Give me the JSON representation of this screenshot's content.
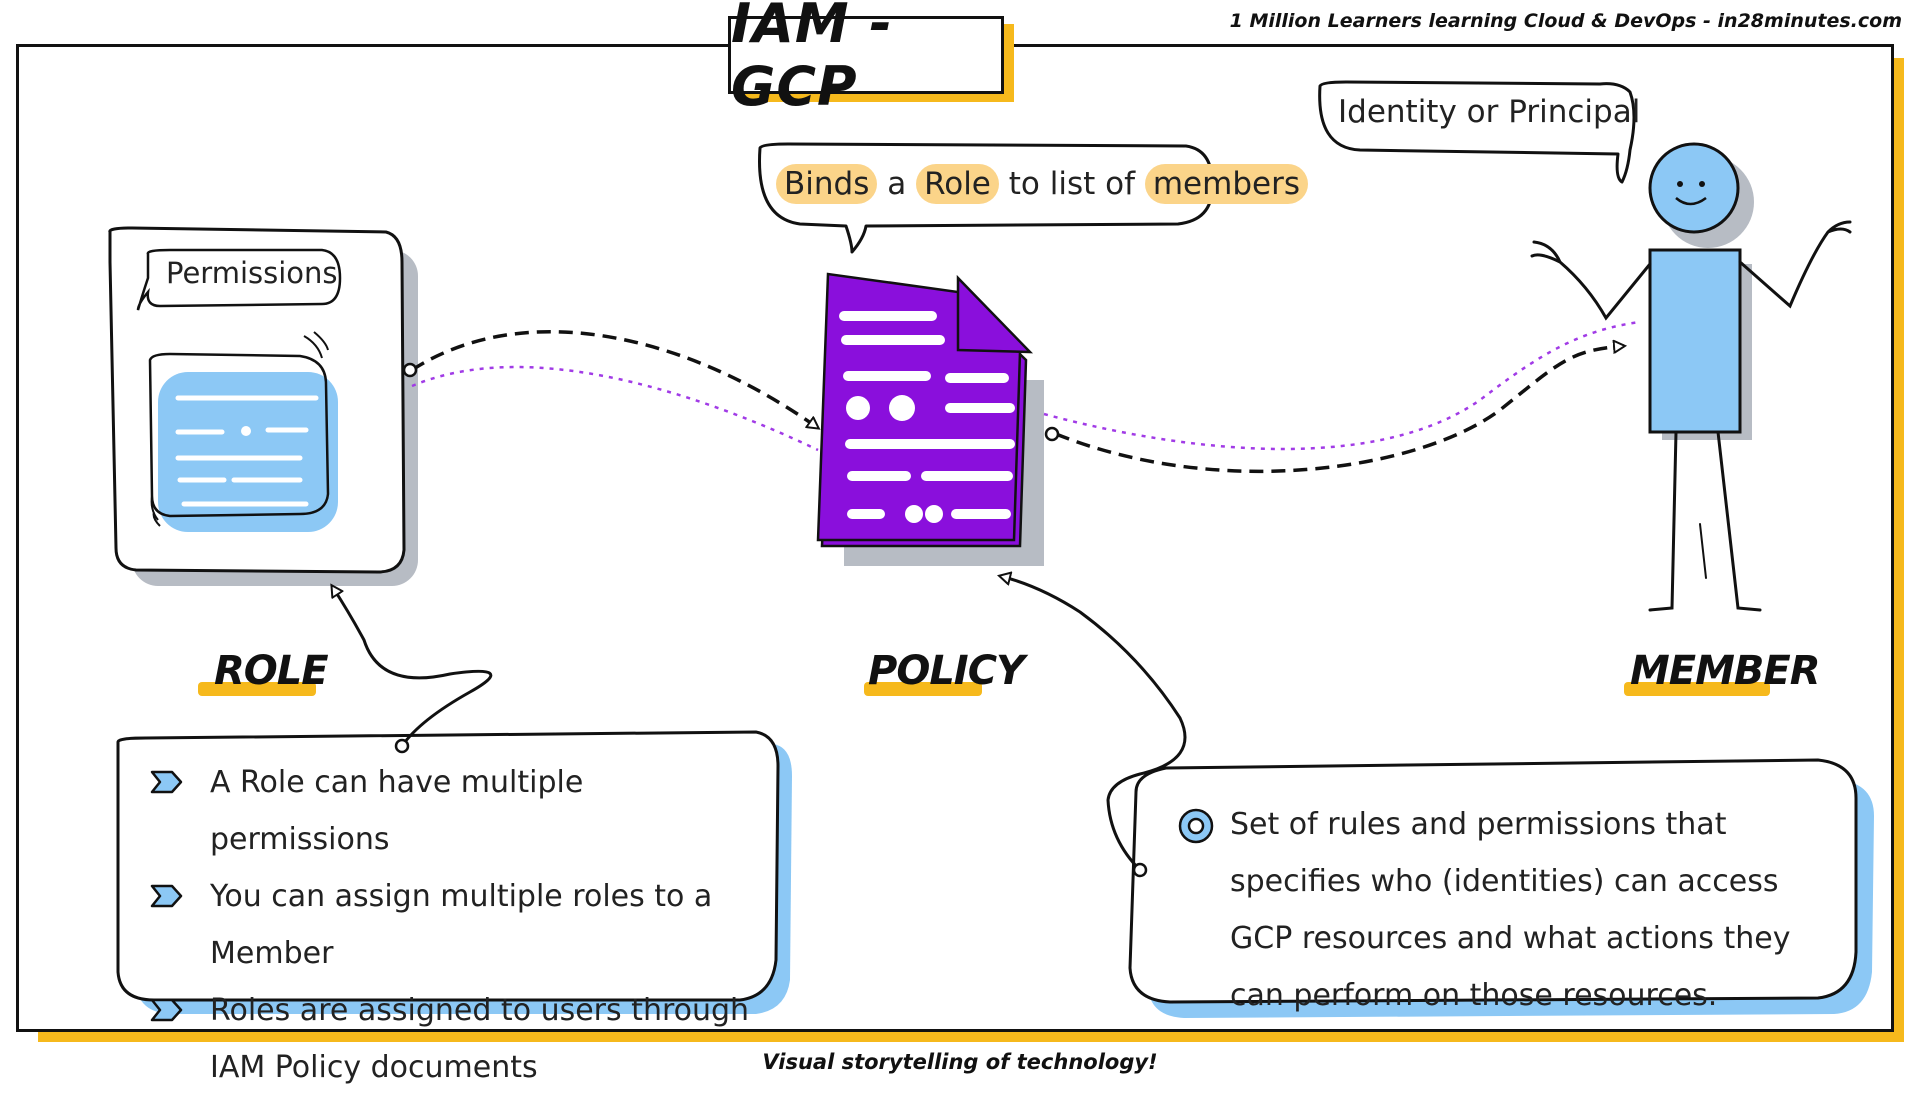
{
  "tagline": "1 Million Learners learning Cloud & DevOps - in28minutes.com",
  "title": "IAM - GCP",
  "footer": "Visual storytelling of technology!",
  "colors": {
    "accent_yellow": "#f6b91c",
    "highlight_yellow": "#fbd489",
    "policy_purple": "#8a0fdc",
    "role_blue": "#8cc8f5",
    "member_blue": "#8cc8f5",
    "shadow_gray": "#b7bcc4",
    "dotted_purple": "#a13be6"
  },
  "icons": [
    "role-card-icon",
    "policy-document-icon",
    "member-stick-figure-icon",
    "chevron-bullet-icon",
    "ring-bullet-icon"
  ],
  "identity_bubble": {
    "text": "Identity or Principal"
  },
  "policy_bubble": {
    "part1": "Binds",
    "part2": "a",
    "part3": "Role",
    "part4": "to list of",
    "part5": "members"
  },
  "role": {
    "permissions_label": "Permissions",
    "label": "ROLE",
    "notes": [
      "A Role can have multiple permissions",
      "You can assign multiple roles to a Member",
      "Roles are assigned to users through IAM Policy documents"
    ]
  },
  "policy": {
    "label": "POLICY",
    "description": "Set of rules and permissions that specifies who (identities) can access GCP resources and what actions they can perform on those resources."
  },
  "member": {
    "label": "MEMBER"
  }
}
